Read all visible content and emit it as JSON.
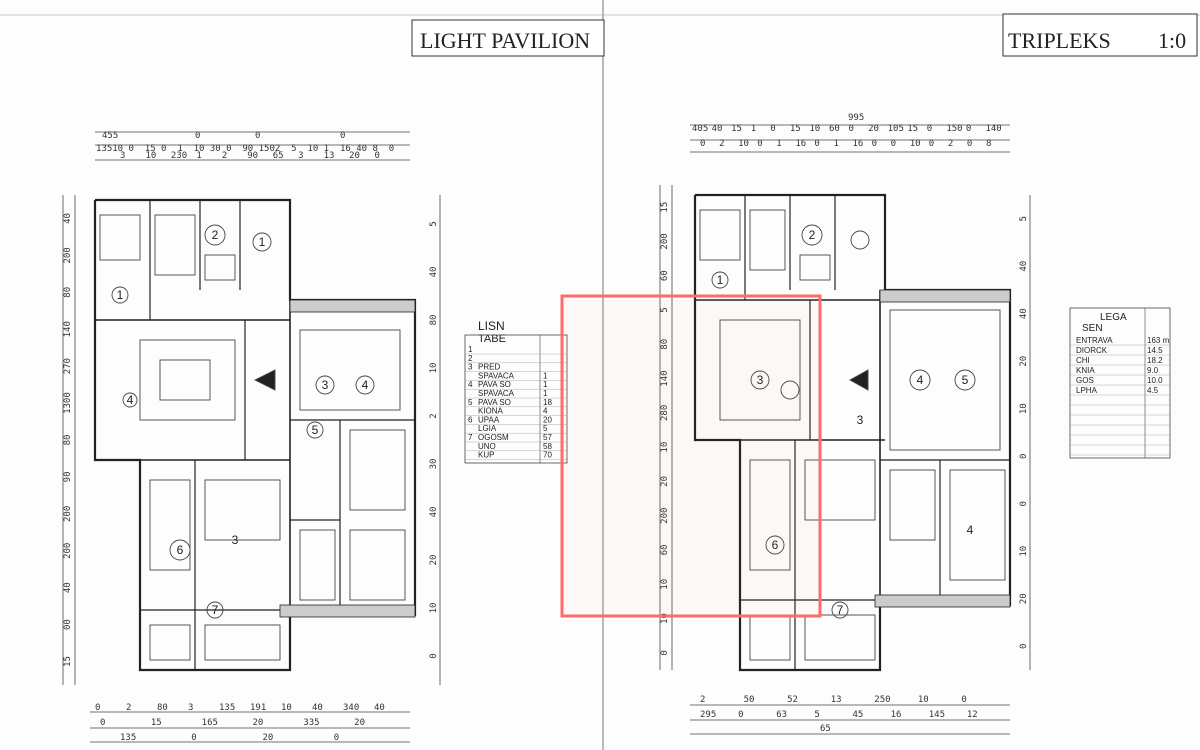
{
  "left_sheet": {
    "title": "LIGHT PAVILION",
    "top_dims_row1": [
      "455",
      "0",
      "0",
      "0"
    ],
    "top_dims_row2": [
      "135",
      "10",
      "0",
      "15",
      "0",
      "1",
      "10",
      "30",
      "0",
      "90",
      "150",
      "2",
      "5",
      "10",
      "1",
      "16",
      "40",
      "8",
      "0"
    ],
    "top_dims_row3": [
      "3",
      "10",
      "230",
      "1",
      "2",
      "90",
      "65",
      "3",
      "13",
      "20",
      "0"
    ],
    "bottom_dims_row1": [
      "0",
      "2",
      "80",
      "3",
      "135",
      "191",
      "10",
      "40",
      "340",
      "40"
    ],
    "bottom_dims_row2": [
      "0",
      "15",
      "165",
      "20",
      "335",
      "20"
    ],
    "bottom_dims_row3": [
      "135",
      "0",
      "20",
      "0"
    ],
    "left_dims": [
      "40",
      "200",
      "80",
      "140",
      "270",
      "1300",
      "80",
      "90",
      "200",
      "200",
      "40",
      "00",
      "15"
    ],
    "right_dims": [
      "5",
      "40",
      "80",
      "10",
      "2",
      "30",
      "40",
      "20",
      "10",
      "0"
    ],
    "legend": {
      "heading": "LISN",
      "subheading": "TABE",
      "rows": [
        {
          "num": "1",
          "name": "",
          "area": ""
        },
        {
          "num": "2",
          "name": "",
          "area": ""
        },
        {
          "num": "3",
          "name": "PRED",
          "area": ""
        },
        {
          "num": "",
          "name": "SPAVACA",
          "area": "1"
        },
        {
          "num": "4",
          "name": "PAVA SO",
          "area": "1"
        },
        {
          "num": "",
          "name": "SPAVACA",
          "area": "1"
        },
        {
          "num": "5",
          "name": "PAVA SO",
          "area": "18"
        },
        {
          "num": "",
          "name": "KIONA",
          "area": "4"
        },
        {
          "num": "6",
          "name": "UPAA",
          "area": "20"
        },
        {
          "num": "",
          "name": "LGIA",
          "area": "5"
        },
        {
          "num": "7",
          "name": "OGOSM",
          "area": "57"
        },
        {
          "num": "",
          "name": "UNO",
          "area": "58"
        },
        {
          "num": "",
          "name": "KUP",
          "area": "70"
        }
      ]
    }
  },
  "right_sheet": {
    "title": "TRIPLEKS",
    "title_suffix": "1:0",
    "top_dim_total": "995",
    "top_dims_row1": [
      "405",
      "40",
      "15",
      "1",
      "0",
      "15",
      "10",
      "60",
      "0",
      "20",
      "105",
      "15",
      "0",
      "150",
      "0",
      "140"
    ],
    "top_dims_row2": [
      "0",
      "2",
      "10",
      "0",
      "1",
      "16",
      "0",
      "1",
      "16",
      "0",
      "0",
      "10",
      "0",
      "2",
      "0",
      "8"
    ],
    "bottom_dims_row1": [
      "2",
      "50",
      "52",
      "13",
      "250",
      "10",
      "0"
    ],
    "bottom_dims_row2": [
      "295",
      "0",
      "63",
      "5",
      "45",
      "16",
      "145",
      "12"
    ],
    "bottom_dims_row3": [
      "65"
    ],
    "left_dims": [
      "15",
      "200",
      "60",
      "5",
      "80",
      "140",
      "280",
      "10",
      "20",
      "200",
      "60",
      "10",
      "10",
      "0"
    ],
    "right_dims": [
      "5",
      "40",
      "40",
      "20",
      "10",
      "0",
      "0",
      "10",
      "20",
      "0"
    ],
    "legend": {
      "heading": "LEGA",
      "subheading": "SEN",
      "rows": [
        {
          "name": "ENTRAVA",
          "area": "163 m"
        },
        {
          "name": "DIORCK",
          "area": "14.5"
        },
        {
          "name": "CHI",
          "area": "18.2"
        },
        {
          "name": "KNIA",
          "area": "9.0"
        },
        {
          "name": "GOS",
          "area": "10.0"
        },
        {
          "name": "LPHA",
          "area": "4.5"
        },
        {
          "name": "",
          "area": ""
        },
        {
          "name": "",
          "area": ""
        },
        {
          "name": "",
          "area": ""
        },
        {
          "name": "",
          "area": ""
        },
        {
          "name": "",
          "area": ""
        },
        {
          "name": "",
          "area": ""
        }
      ]
    }
  },
  "highlight": {
    "color": "#ff6a6a",
    "label": "selected-region"
  },
  "room_numbers_left": [
    "1",
    "2",
    "3",
    "4",
    "5",
    "6",
    "7",
    "1",
    "4",
    "3"
  ],
  "room_numbers_right": [
    "1",
    "2",
    "3",
    "4",
    "5",
    "6",
    "7",
    "4",
    "3"
  ]
}
